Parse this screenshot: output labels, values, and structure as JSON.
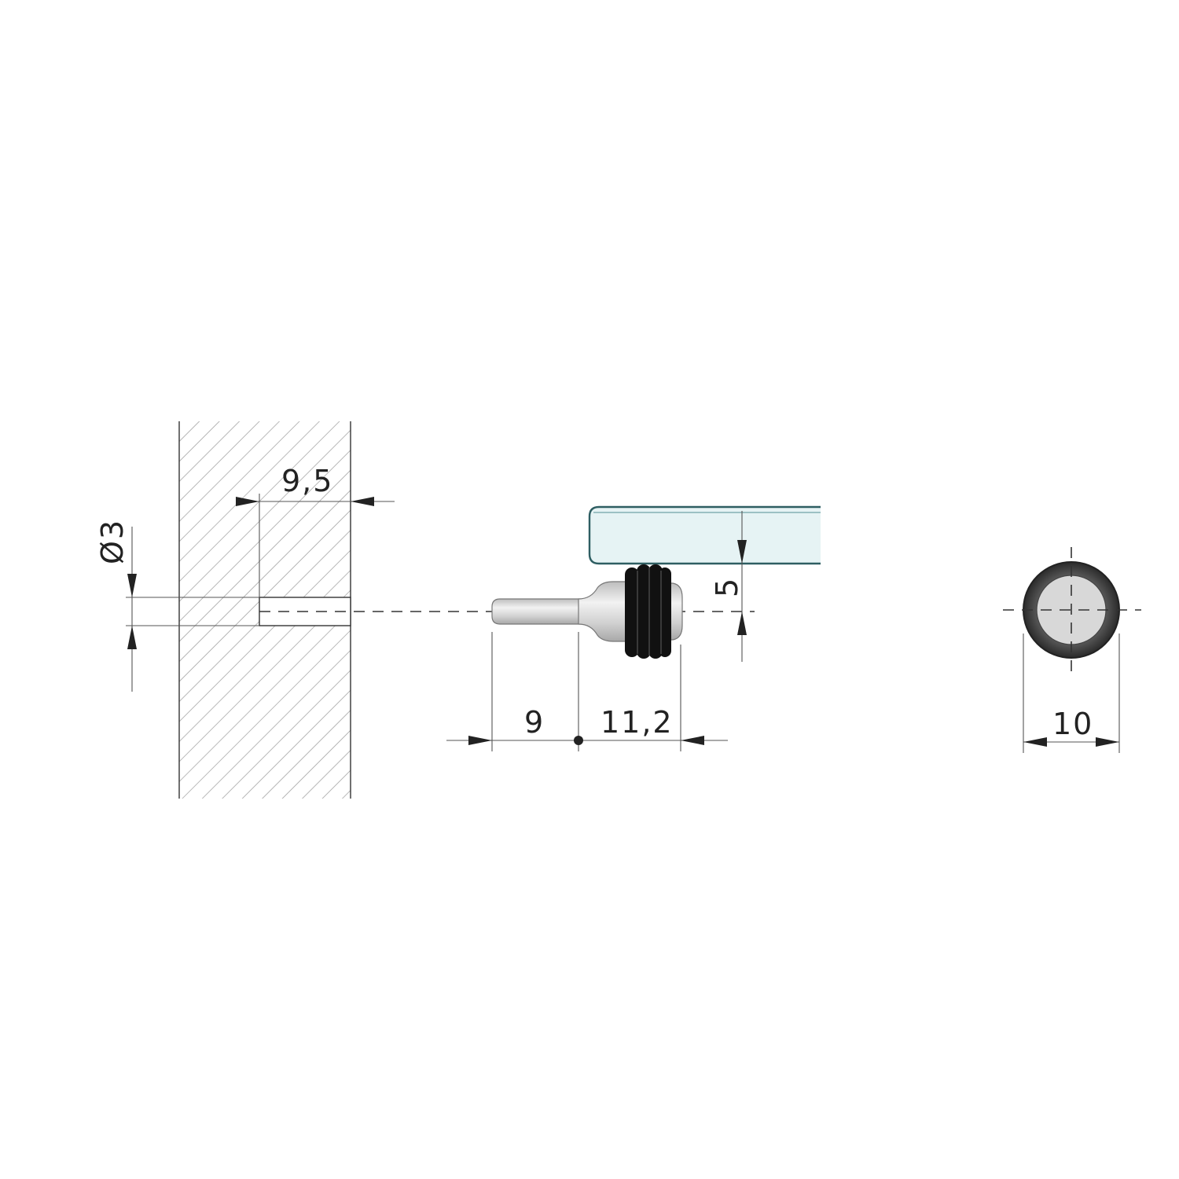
{
  "colors": {
    "background": "#ffffff",
    "hatch": "#9a9a9a",
    "glass_fill": "#e6f3f4",
    "glass_edge": "#2e5e62",
    "rubber": "#111111",
    "metal": "#d4d4d4",
    "cap_ring": "#555555",
    "cap_center": "#d8d8d8"
  },
  "dimensions": {
    "hole_depth": "9,5",
    "hole_diameter": "Ø3",
    "pin_length": "9",
    "head_length": "11,2",
    "glass_thickness": "5",
    "cap_diameter": "10"
  }
}
